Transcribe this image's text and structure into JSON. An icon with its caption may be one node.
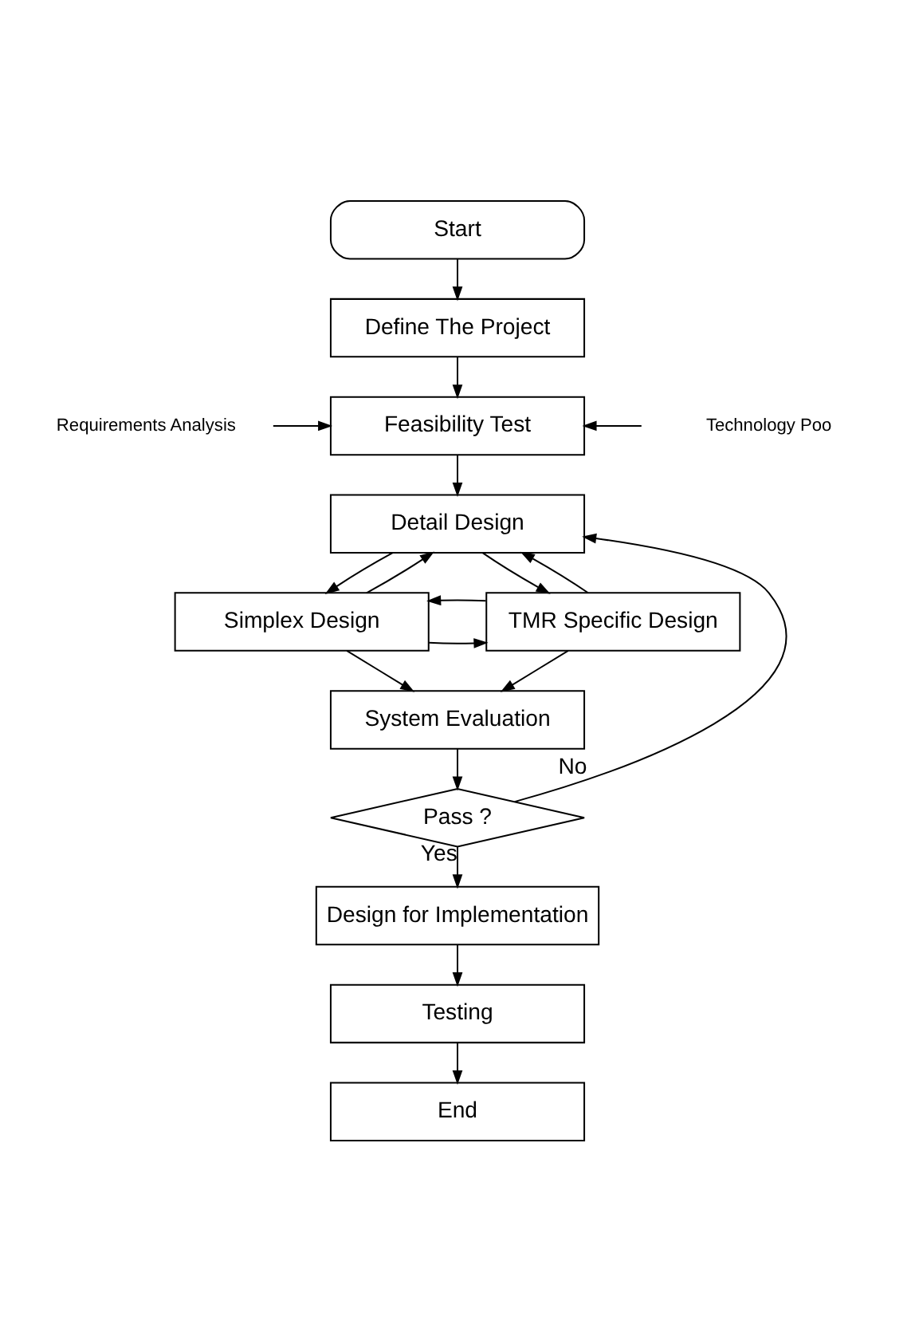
{
  "diagram": {
    "nodes": [
      {
        "text": [
          "Start"
        ]
      },
      {
        "text": [
          "Define The Project"
        ]
      },
      {
        "text": [
          "Requirements Analysis"
        ]
      },
      {
        "text": [
          "Feasibility Test"
        ]
      },
      {
        "text": [
          "Technology Poo"
        ]
      },
      {
        "text": [
          "Detail Design"
        ]
      },
      {
        "text": [
          "Simplex Design"
        ]
      },
      {
        "text": [
          "TMR Specific Design"
        ]
      },
      {
        "text": [
          "System Evaluation"
        ]
      },
      {
        "text": [
          "Pass ?"
        ]
      },
      {
        "text": [
          "Design for Implementation"
        ]
      },
      {
        "text": [
          "Testing"
        ]
      },
      {
        "text": [
          "End"
        ]
      }
    ],
    "edges": [
      {
        "from": 0,
        "to": 1,
        "arrow": "to"
      },
      {
        "from": 1,
        "to": 3,
        "arrow": "to"
      },
      {
        "from": 2,
        "to": 3,
        "arrow": "to"
      },
      {
        "from": 4,
        "to": 3,
        "arrow": "to"
      },
      {
        "from": 3,
        "to": 5,
        "arrow": "to"
      },
      {
        "from": 5,
        "to": 6,
        "arrow": "to"
      },
      {
        "from": 5,
        "to": 7,
        "arrow": "to"
      },
      {
        "from": 6,
        "to": 5,
        "arrow": "to"
      },
      {
        "from": 7,
        "to": 5,
        "arrow": "to"
      },
      {
        "from": 6,
        "to": 7,
        "arrow": "to"
      },
      {
        "from": 7,
        "to": 6,
        "arrow": "to"
      },
      {
        "from": 6,
        "to": 8,
        "arrow": "to"
      },
      {
        "from": 7,
        "to": 8,
        "arrow": "to"
      },
      {
        "from": 8,
        "to": 9,
        "arrow": "to"
      },
      {
        "from": 9,
        "to": 5,
        "label": "No",
        "arrow": "to"
      },
      {
        "from": 9,
        "to": 10,
        "label": "Yes",
        "arrow": "to"
      },
      {
        "from": 10,
        "to": 11,
        "arrow": "to"
      },
      {
        "from": 11,
        "to": 12,
        "arrow": "to"
      }
    ]
  }
}
